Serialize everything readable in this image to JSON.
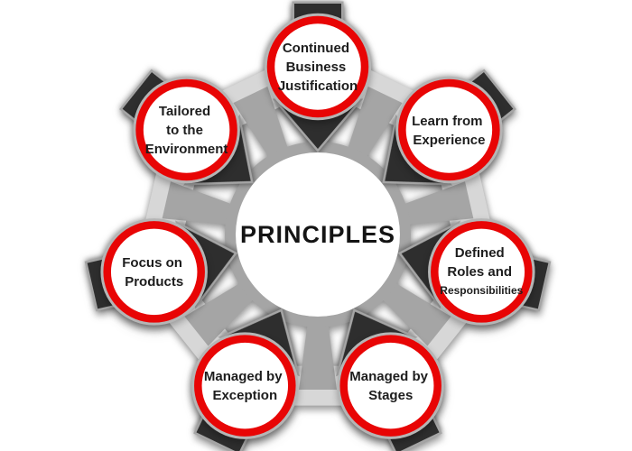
{
  "colors": {
    "red": "#e80505",
    "dark": "#2e2e2e",
    "graymid": "#a5a5a5",
    "graylight": "#d7d7d7",
    "grayhalo": "#b5b5b5",
    "textcolor": "#1d1d1d",
    "bg": "#ffffff"
  },
  "diagram": {
    "type": "hub-and-spoke",
    "center": {
      "label": "PRINCIPLES"
    },
    "nodes": [
      {
        "id": "continued-business-justification",
        "lines": [
          "Continued",
          "Business",
          "Justification"
        ]
      },
      {
        "id": "learn-from-experience",
        "lines": [
          "Learn from",
          "Experience"
        ]
      },
      {
        "id": "defined-roles-and-responsibilities",
        "lines": [
          "Defined",
          "Roles and",
          "Responsibilities"
        ]
      },
      {
        "id": "managed-by-stages",
        "lines": [
          "Managed by",
          "Stages"
        ]
      },
      {
        "id": "managed-by-exception",
        "lines": [
          "Managed by",
          "Exception"
        ]
      },
      {
        "id": "focus-on-products",
        "lines": [
          "Focus on",
          "Products"
        ]
      },
      {
        "id": "tailored-to-the-environment",
        "lines": [
          "Tailored",
          "to the",
          "Environment"
        ]
      }
    ]
  }
}
